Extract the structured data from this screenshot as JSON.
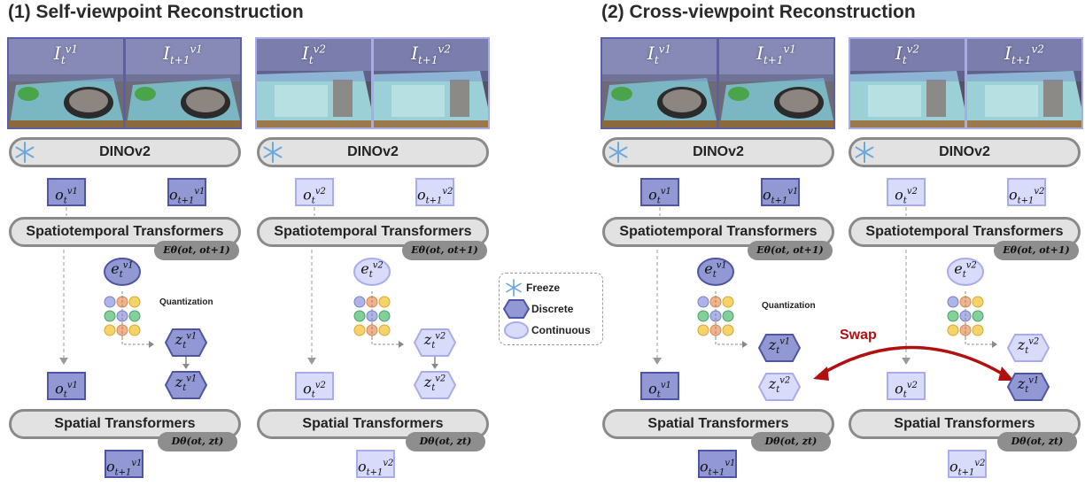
{
  "titles": {
    "left": "(1) Self-viewpoint Reconstruction",
    "right": "(2) Cross-viewpoint Reconstruction"
  },
  "blocks": {
    "encoder_label": "DINOv2",
    "spatiotemporal_label": "Spatiotemporal Transformers",
    "spatial_label": "Spatial Transformers",
    "encoder_tag": "Eθ(ot, ot+1)",
    "decoder_tag": "Dθ(ot, zt)",
    "freeze_icon": "snowflake-icon"
  },
  "quantization_label": "Quantization",
  "legend": {
    "freeze": "Freeze",
    "discrete": "Discrete",
    "continuous": "Continuous"
  },
  "swap_label": "Swap",
  "colors": {
    "view1_token": "#9198d4",
    "view2_token": "#d8dbfa",
    "swap_arrow": "#b01010"
  }
}
